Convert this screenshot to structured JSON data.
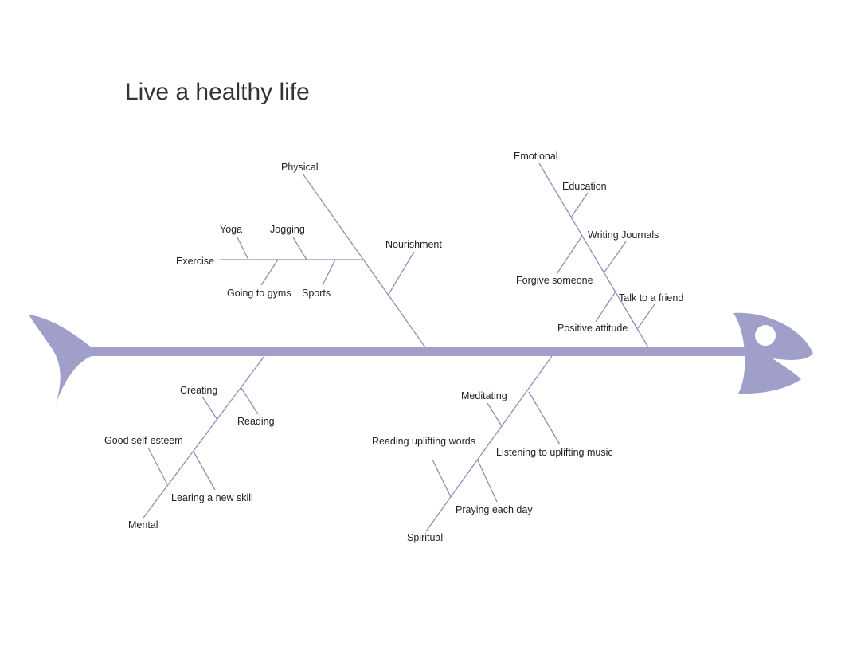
{
  "title": "Live a healthy life",
  "colors": {
    "fish": "#a09fca",
    "bones": "#8f8fb8",
    "text": "#222222"
  },
  "categories": {
    "physical": {
      "label": "Physical",
      "causes": {
        "exercise": "Exercise",
        "yoga": "Yoga",
        "jogging": "Jogging",
        "going_to_gyms": "Going to gyms",
        "sports": "Sports",
        "nourishment": "Nourishment"
      }
    },
    "emotional": {
      "label": "Emotional",
      "causes": {
        "education": "Education",
        "writing_journals": "Writing Journals",
        "forgive_someone": "Forgive someone",
        "talk_to_a_friend": "Talk to a friend",
        "positive_attitude": "Positive attitude"
      }
    },
    "mental": {
      "label": "Mental",
      "causes": {
        "creating": "Creating",
        "reading": "Reading",
        "good_self_esteem": "Good self-esteem",
        "learning_new_skill": "Learing a new skill"
      }
    },
    "spiritual": {
      "label": "Spiritual",
      "causes": {
        "meditating": "Meditating",
        "listening_uplifting_music": "Listening to uplifting music",
        "reading_uplifting_words": "Reading uplifting words",
        "praying_each_day": "Praying each day"
      }
    }
  }
}
